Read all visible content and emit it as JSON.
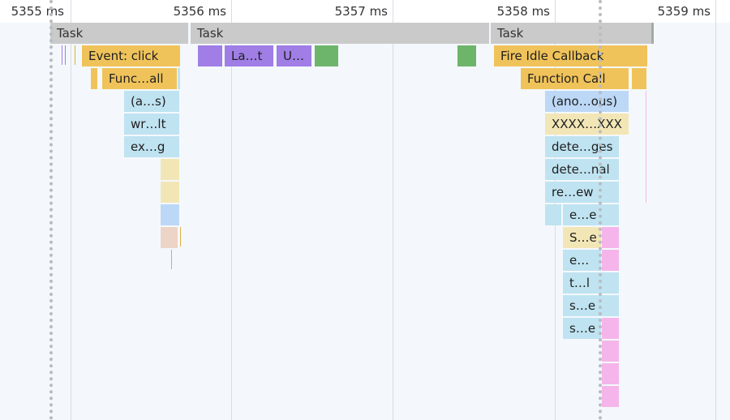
{
  "ruler": {
    "ticks": [
      "5355 ms",
      "5356 ms",
      "5357 ms",
      "5358 ms",
      "5359 ms"
    ]
  },
  "flame": {
    "tasks": [
      "Task",
      "Task",
      "Task"
    ],
    "left": {
      "event_click": "Event: click",
      "function_call": "Func…all",
      "anon": "(a…s)",
      "write": "wr…lt",
      "exec": "ex…g"
    },
    "middle": {
      "layout": "La…t",
      "update": "U…"
    },
    "right": {
      "fire_idle": "Fire Idle Callback",
      "function_call": "Function Call",
      "anonymous": "(ano…ous)",
      "xxxx": "XXXX…XXX",
      "detect_changes": "dete…ges",
      "detect_internal": "dete…nal",
      "refresh_view": "re…ew",
      "e1": "e…e",
      "se1": "S…e",
      "e2": "e…",
      "tl": "t…l",
      "se2": "s…e",
      "se3": "s…e"
    }
  },
  "colors": {
    "task": "#cacaca",
    "scripting": "#f0c35a",
    "rendering": "#a07ee6",
    "painting": "#6eb56c",
    "call": "#bfe3f1"
  }
}
